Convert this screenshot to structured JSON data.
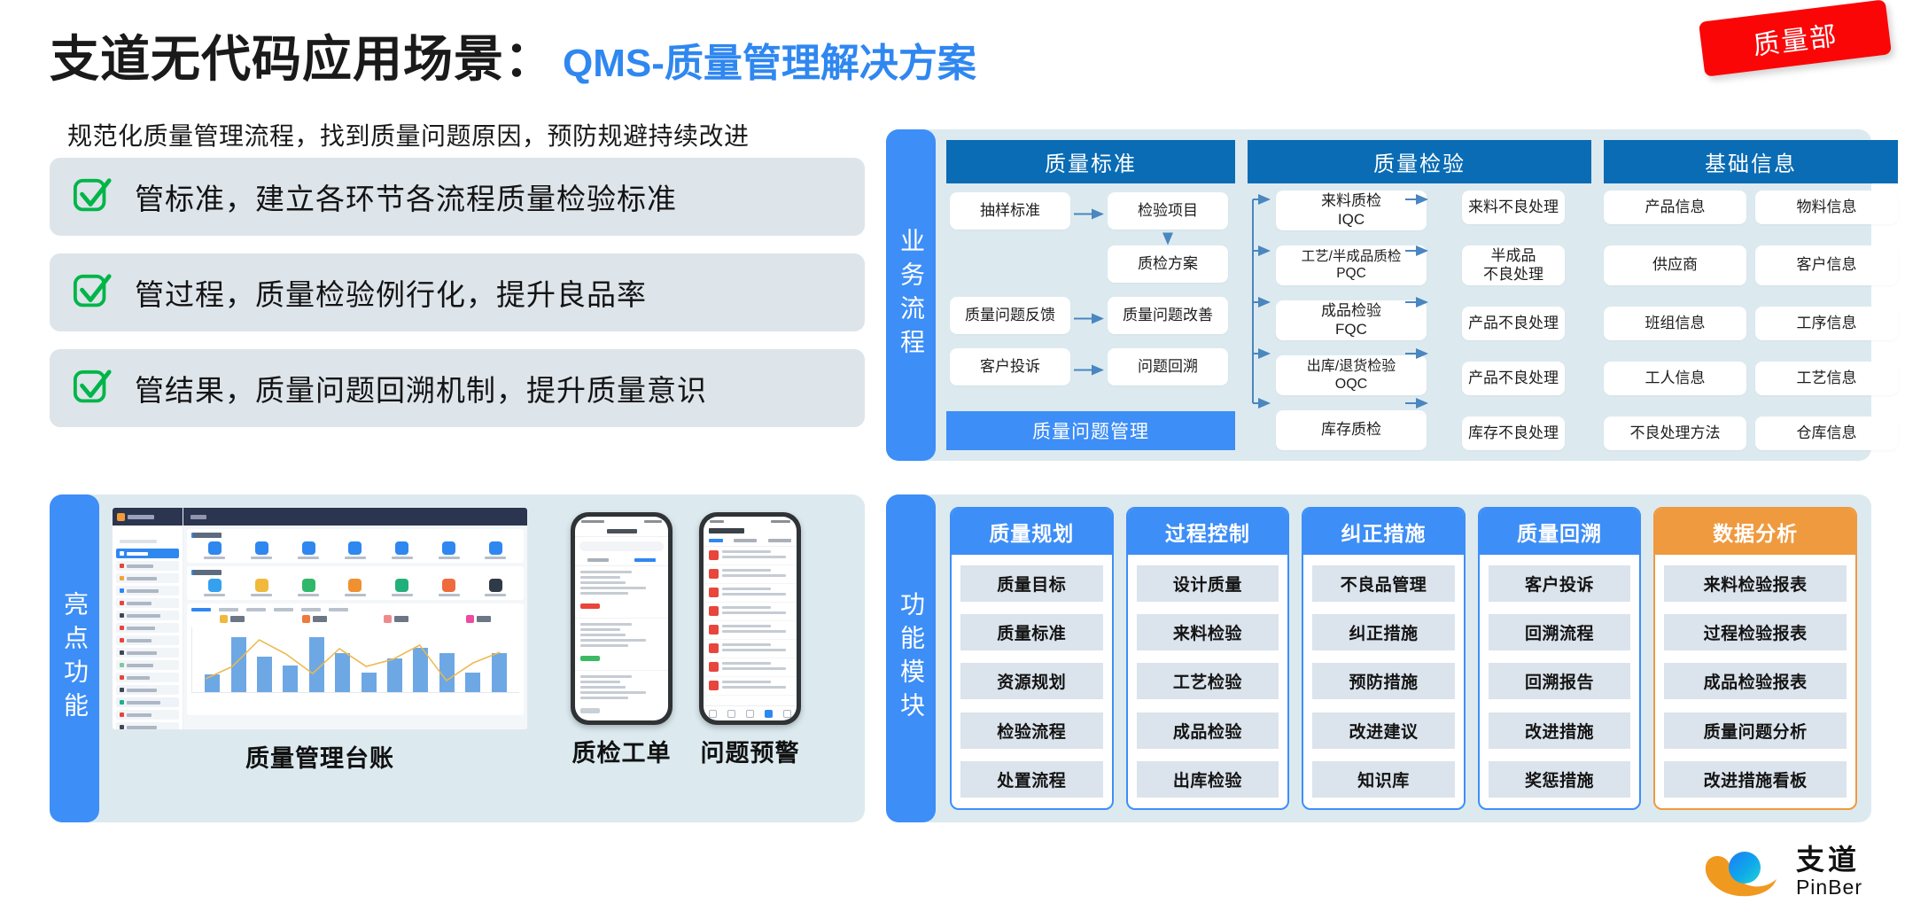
{
  "header": {
    "title_cn": "支道无代码应用场景",
    "title_colon": "：",
    "title_en": "QMS-质量管理解决方案",
    "dept_badge": "质量部",
    "subtitle": "规范化质量管理流程，找到质量问题原因，预防规避持续改进",
    "accent_blue": "#2f87f0",
    "badge_red": "#fb0607"
  },
  "features": [
    {
      "text": "管标准，建立各环节各流程质量检验标准",
      "icon": "check-square-icon"
    },
    {
      "text": "管过程，质量检验例行化，提升良品率",
      "icon": "check-square-icon"
    },
    {
      "text": "管结果，质量问题回溯机制，提升质量意识",
      "icon": "check-square-icon"
    }
  ],
  "highlights": {
    "vertical_label": "亮点功能",
    "shots": [
      {
        "caption": "质量管理台账",
        "kind": "desktop"
      },
      {
        "caption": "质检工单",
        "kind": "phone"
      },
      {
        "caption": "问题预警",
        "kind": "phone"
      }
    ]
  },
  "business_flow": {
    "vertical_label": "业务流程",
    "groups": [
      {
        "header": "质量标准",
        "left_col": [
          "抽样标准",
          "质量问题反馈",
          "客户投诉"
        ],
        "right_col": [
          "检验项目",
          "质检方案",
          "质量问题改善",
          "问题回溯"
        ],
        "banner": "质量问题管理"
      },
      {
        "header": "质量检验",
        "left_col": [
          "来料质检\nIQC",
          "工艺/半成品质检\nPQC",
          "成品检验\nFQC",
          "出库/退货检验\nOQC",
          "库存质检"
        ],
        "right_col": [
          "来料不良处理",
          "半成品\n不良处理",
          "产品不良处理",
          "产品不良处理",
          "库存不良处理"
        ]
      },
      {
        "header": "基础信息",
        "left_col": [
          "产品信息",
          "供应商",
          "班组信息",
          "工人信息",
          "不良处理方法"
        ],
        "right_col": [
          "物料信息",
          "客户信息",
          "工序信息",
          "工艺信息",
          "仓库信息"
        ]
      }
    ],
    "header_blue": "#0a6cb4",
    "banner_blue": "#3d8ef7"
  },
  "function_modules": {
    "vertical_label": "功能模块",
    "columns": [
      {
        "title": "质量规划",
        "accent": "#3d8ef7",
        "items": [
          "质量目标",
          "质量标准",
          "资源规划",
          "检验流程",
          "处置流程"
        ]
      },
      {
        "title": "过程控制",
        "accent": "#3d8ef7",
        "items": [
          "设计质量",
          "来料检验",
          "工艺检验",
          "成品检验",
          "出库检验"
        ]
      },
      {
        "title": "纠正措施",
        "accent": "#3d8ef7",
        "items": [
          "不良品管理",
          "纠正措施",
          "预防措施",
          "改进建议",
          "知识库"
        ]
      },
      {
        "title": "质量回溯",
        "accent": "#3d8ef7",
        "items": [
          "客户投诉",
          "回溯流程",
          "回溯报告",
          "改进措施",
          "奖惩措施"
        ]
      },
      {
        "title": "数据分析",
        "accent": "#ef9a3f",
        "items": [
          "来料检验报表",
          "过程检验报表",
          "成品检验报表",
          "质量问题分析",
          "改进措施看板"
        ]
      }
    ]
  },
  "logo": {
    "cn": "支道",
    "en": "PinBer",
    "circle_color": "#12a6f0",
    "swoosh_color": "#f0991f"
  }
}
